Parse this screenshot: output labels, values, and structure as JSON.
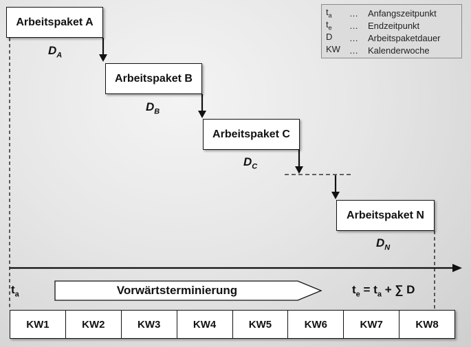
{
  "packages": [
    {
      "label": "Arbeitspaket A",
      "duration_symbol": "D",
      "duration_sub": "A"
    },
    {
      "label": "Arbeitspaket B",
      "duration_symbol": "D",
      "duration_sub": "B"
    },
    {
      "label": "Arbeitspaket C",
      "duration_symbol": "D",
      "duration_sub": "C"
    },
    {
      "label": "Arbeitspaket N",
      "duration_symbol": "D",
      "duration_sub": "N"
    }
  ],
  "legend": [
    {
      "symbol": "t",
      "symbol_sub": "a",
      "dots": "…",
      "text": "Anfangszeitpunkt"
    },
    {
      "symbol": "t",
      "symbol_sub": "e",
      "dots": "…",
      "text": "Endzeitpunkt"
    },
    {
      "symbol": "D",
      "symbol_sub": "",
      "dots": "…",
      "text": "Arbeitspaketdauer"
    },
    {
      "symbol": "KW",
      "symbol_sub": "",
      "dots": "…",
      "text": "Kalenderwoche"
    }
  ],
  "start_label": {
    "main": "t",
    "sub": "a"
  },
  "end_label": {
    "t": "t",
    "e": "e",
    "eq": " = ",
    "t2": "t",
    "a": "a",
    "rest": " + ∑ D"
  },
  "direction_label": "Vorwärtsterminierung",
  "weeks": [
    "KW1",
    "KW2",
    "KW3",
    "KW4",
    "KW5",
    "KW6",
    "KW7",
    "KW8"
  ]
}
